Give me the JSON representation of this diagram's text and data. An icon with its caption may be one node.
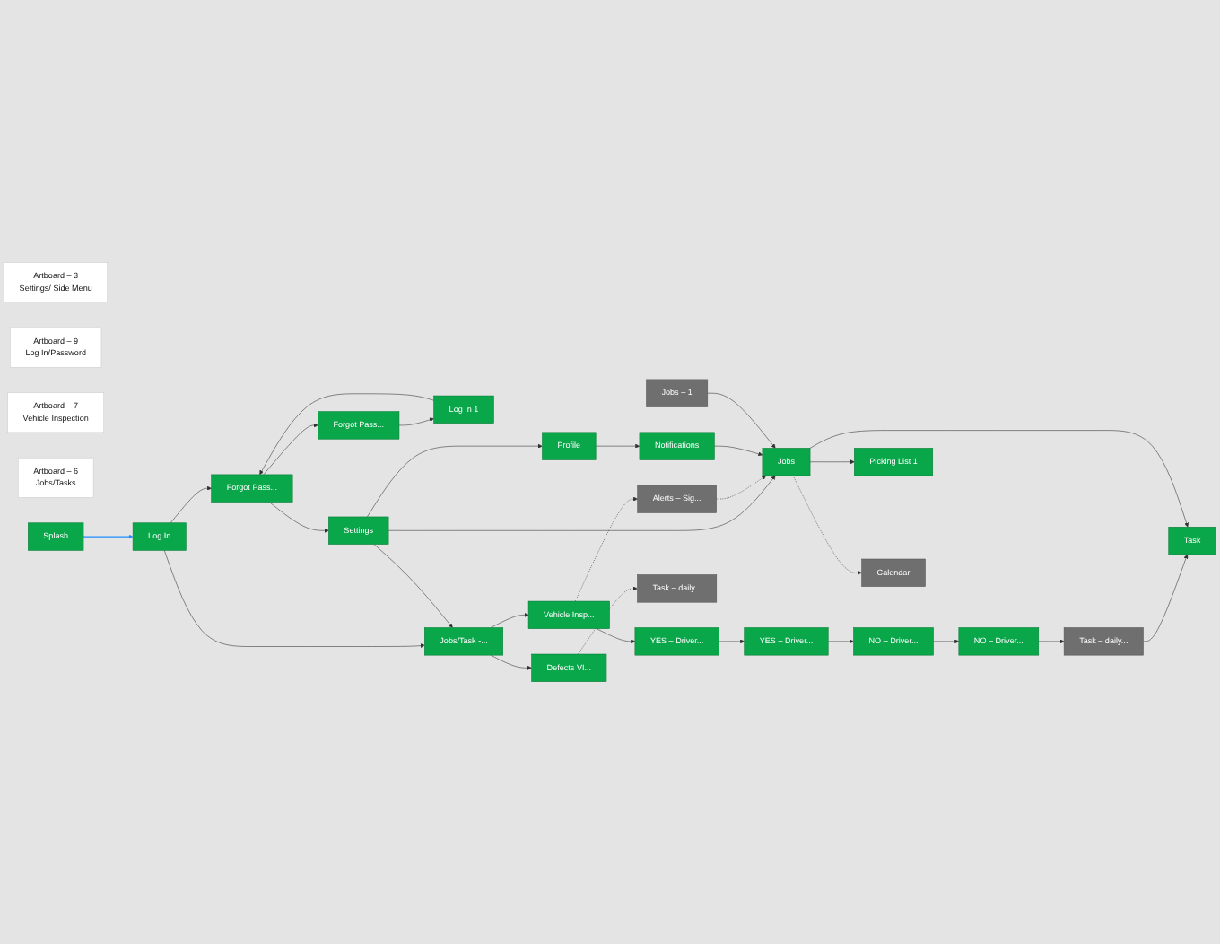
{
  "diagram": {
    "nodes": [
      {
        "text": [
          "Artboard – 3",
          "Settings/ Side Menu"
        ]
      },
      {
        "text": [
          "Settings"
        ]
      },
      {
        "text": [
          "Profile"
        ]
      },
      {
        "text": [
          "Notifications"
        ]
      },
      {
        "text": [
          "Artboard – 9",
          "Log In/Password"
        ]
      },
      {
        "text": [
          "Artboard – 7",
          "Vehicle Inspection"
        ]
      },
      {
        "text": [
          "Alerts – Sig..."
        ]
      },
      {
        "text": [
          "Artboard – 6",
          "Jobs/Tasks"
        ]
      },
      {
        "text": [
          "Splash"
        ]
      },
      {
        "text": [
          "Log In"
        ]
      },
      {
        "text": [
          "Forgot Pass..."
        ]
      },
      {
        "text": [
          "Forgot Pass..."
        ]
      },
      {
        "text": [
          "Log In 1"
        ]
      },
      {
        "text": [
          "Jobs/Task -..."
        ]
      },
      {
        "text": [
          "Vehicle Insp..."
        ]
      },
      {
        "text": [
          "YES – Driver..."
        ]
      },
      {
        "text": [
          "YES – Driver..."
        ]
      },
      {
        "text": [
          "NO – Driver..."
        ]
      },
      {
        "text": [
          "NO – Driver..."
        ]
      },
      {
        "text": [
          "Task – daily..."
        ]
      },
      {
        "text": [
          "Jobs – 1"
        ]
      },
      {
        "text": [
          "Jobs"
        ]
      },
      {
        "text": [
          "Defects VI..."
        ]
      },
      {
        "text": [
          "Task – daily..."
        ]
      },
      {
        "text": [
          "Task"
        ]
      },
      {
        "text": [
          "Picking List 1"
        ]
      },
      {
        "text": [
          "Calendar"
        ]
      }
    ],
    "edges": [
      {
        "from": 8,
        "to": 9,
        "arrow": "to",
        "color": "#1a8cff"
      },
      {
        "from": 9,
        "to": 10,
        "arrow": "to"
      },
      {
        "from": 10,
        "to": 11,
        "arrow": "to"
      },
      {
        "from": 11,
        "to": 12,
        "arrow": "to"
      },
      {
        "from": 12,
        "to": 10,
        "arrow": "to"
      },
      {
        "from": 10,
        "to": 1,
        "arrow": "to"
      },
      {
        "from": 9,
        "to": 13,
        "arrow": "to"
      },
      {
        "from": 1,
        "to": 2,
        "arrow": "to"
      },
      {
        "from": 2,
        "to": 3,
        "arrow": "to"
      },
      {
        "from": 1,
        "to": 13,
        "arrow": "to"
      },
      {
        "from": 1,
        "to": 21,
        "arrow": "to"
      },
      {
        "from": 13,
        "to": 14,
        "arrow": "to"
      },
      {
        "from": 13,
        "to": 22,
        "arrow": "to"
      },
      {
        "from": 22,
        "to": 23,
        "arrow": "to",
        "style": "dashed"
      },
      {
        "from": 14,
        "to": 6,
        "arrow": "to",
        "style": "dashed"
      },
      {
        "from": 14,
        "to": 15,
        "arrow": "to"
      },
      {
        "from": 15,
        "to": 16,
        "arrow": "to"
      },
      {
        "from": 16,
        "to": 17,
        "arrow": "to"
      },
      {
        "from": 17,
        "to": 18,
        "arrow": "to"
      },
      {
        "from": 18,
        "to": 19,
        "arrow": "to"
      },
      {
        "from": 6,
        "to": 21,
        "arrow": "to",
        "style": "dashed"
      },
      {
        "from": 3,
        "to": 21,
        "arrow": "to"
      },
      {
        "from": 20,
        "to": 21,
        "arrow": "to"
      },
      {
        "from": 19,
        "to": 24,
        "arrow": "to"
      },
      {
        "from": 21,
        "to": 24,
        "arrow": "to"
      },
      {
        "from": 21,
        "to": 25,
        "arrow": "to"
      },
      {
        "from": 21,
        "to": 26,
        "arrow": "to",
        "style": "dashed"
      }
    ]
  }
}
